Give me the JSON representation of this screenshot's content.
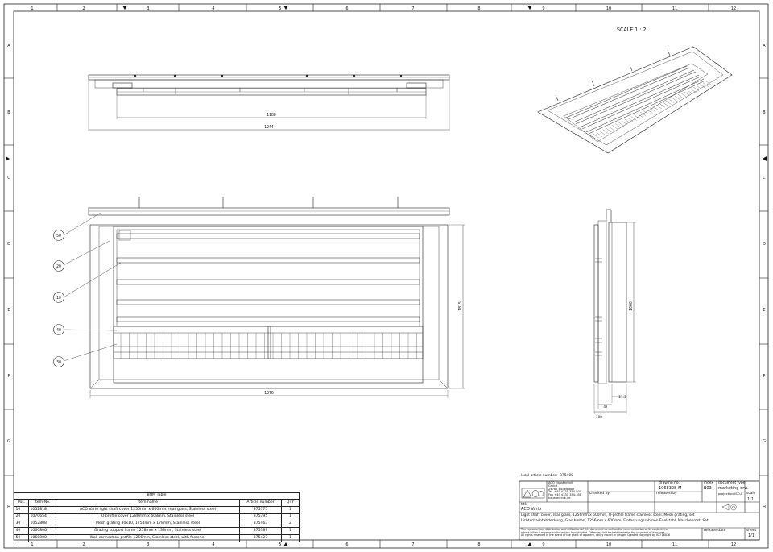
{
  "sheet": {
    "column_markers": [
      "1",
      "2",
      "3",
      "4",
      "5",
      "6",
      "7",
      "8",
      "9",
      "10",
      "11",
      "12"
    ],
    "row_markers": [
      "A",
      "B",
      "C",
      "D",
      "E",
      "F",
      "G",
      "H"
    ],
    "scale_label": "SCALE 1 : 2"
  },
  "drawing": {
    "top_view": {
      "dim_inner": "1188",
      "dim_outer": "1244"
    },
    "front_view": {
      "dim_width": "1376",
      "dim_height": "1815"
    },
    "side_view": {
      "dim_height": "1060",
      "dim_depth_1": "21.5",
      "dim_depth_2": "47",
      "dim_depth_3": "108"
    },
    "balloons": [
      "50",
      "20",
      "10",
      "40",
      "30"
    ]
  },
  "bom": {
    "title": "BOM Table",
    "headers": [
      "Pos.",
      "Item-No.",
      "Item name",
      "Article number",
      "QTY"
    ],
    "rows": [
      [
        "10",
        "1052818",
        "ACO Vario light shaft cover 1256mm x 600mm, rear glass, Stainless steel",
        "375375",
        "1"
      ],
      [
        "20",
        "1070654",
        "U-profile cover 1280mm x 608mm, Stainless steel",
        "375395",
        "1"
      ],
      [
        "30",
        "1052808",
        "Mesh grating 30x10, 1254mm x 178mm, Stainless steel",
        "375463",
        "2"
      ],
      [
        "40",
        "1060806",
        "Grating support frame 1258mm x 138mm, Stainless steel",
        "375389",
        "1"
      ],
      [
        "50",
        "1060000",
        "Wall connection profile 1256mm, Stainless steel, with fastener",
        "375427",
        "1"
      ]
    ]
  },
  "title_block": {
    "local_article_label": "local article number:",
    "local_article_value": "375400",
    "company_lines": [
      "ACO Haustechnik",
      "GmbH",
      "ACO Haustechnik GmbH",
      "24782 Büdelsdorf",
      "Tel. +49 4331 354-500",
      "Fax +49 4331 354-358",
      "haustechnik.de"
    ],
    "drawing_no_label": "drawing no.",
    "drawing_no_value": "1068328-M",
    "index_label": "index",
    "index_value": "B03",
    "doctype_label": "document type",
    "doctype_value": "marketing drw.",
    "checked_label": "checked by",
    "released_label": "released by",
    "projection_label": "projection ISO-E",
    "scale_label": "scale",
    "scale_value": "1:1",
    "title_label": "title",
    "title_line1": "ACO Vario",
    "title_line2": "Light shaft cover, rear glass, 1256mm x 600mm, U-profile frame stainless steel, Mesh grating, set",
    "title_line3": "Lichtschachtabdeckung, Glas hinten, 1256mm x 600mm, Einfassungsrahmen Edelstahl, Maschenrost, Set",
    "note_line1": "The reproduction, distribution and utilization of this document as well as the communication of its contents to",
    "note_line2": "others without express authorization is prohibited. Offenders will be held liable for the payment of damages.",
    "note_line3": "All rights reserved in the event of the grant of a patent, utility model or design. Created copyright by ISO 16016",
    "release_date_label": "release date",
    "sheet_label": "sheet",
    "sheet_value": "1/1"
  }
}
